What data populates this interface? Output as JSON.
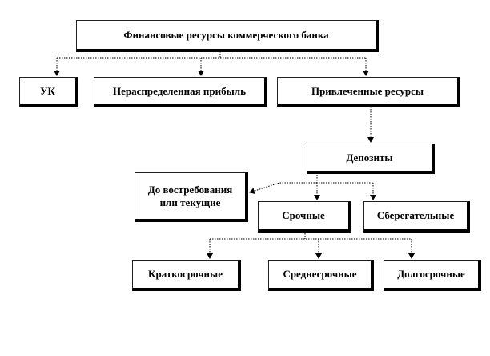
{
  "diagram": {
    "root": {
      "label": "Финансовые ресурсы коммерческого банка"
    },
    "level1": {
      "uk": "УК",
      "retained_profit": "Нераспределенная прибыль",
      "attracted_resources": "Привлеченные ресурсы"
    },
    "deposits": {
      "label": "Депозиты"
    },
    "deposit_types": {
      "demand_line1": "До востребования",
      "demand_line2": "или текущие",
      "term": "Срочные",
      "savings": "Сберегательные"
    },
    "term_types": {
      "short_term": "Краткосрочные",
      "medium_term": "Среднесрочные",
      "long_term": "Долгосрочные"
    }
  }
}
